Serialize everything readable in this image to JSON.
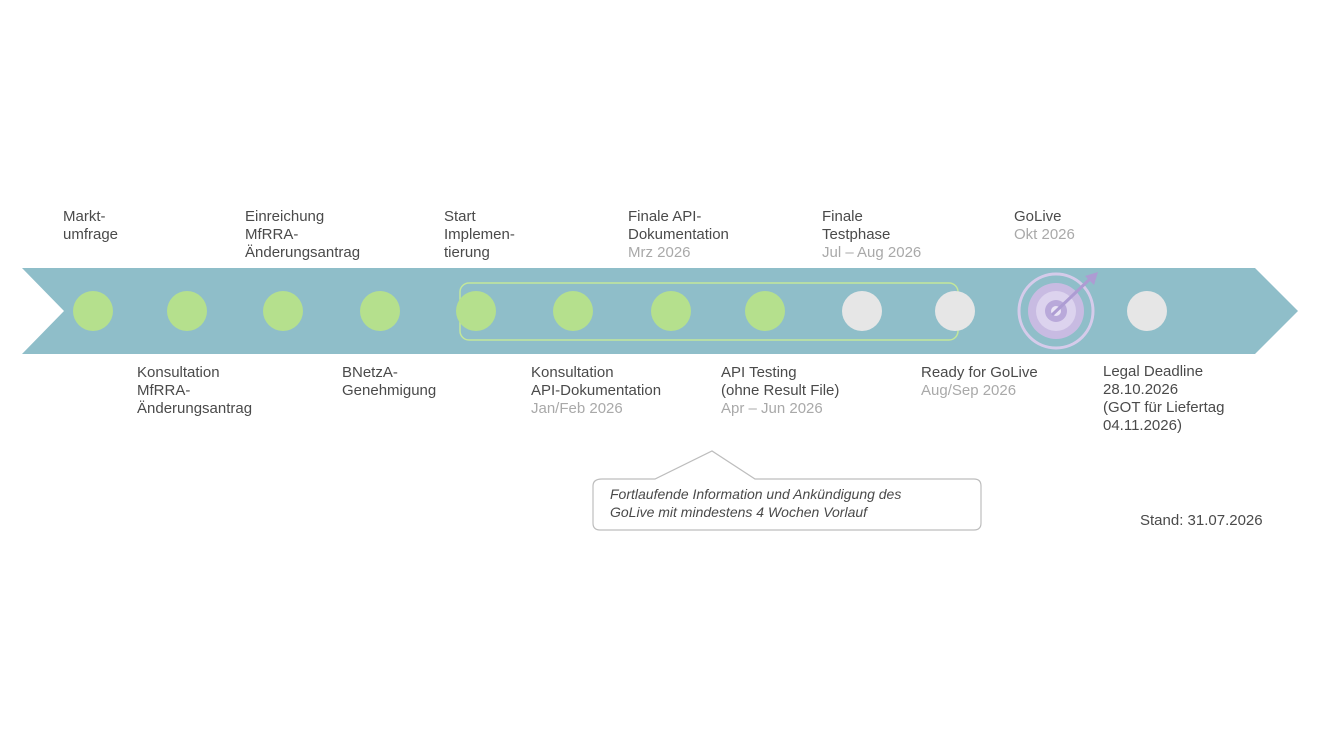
{
  "colors": {
    "arrow": "#8fbec9",
    "done": "#b5e08d",
    "pending": "#e6e6e6",
    "date_text": "#a9a9a9",
    "target": "#b9a9da"
  },
  "milestones": [
    {
      "id": "marktumfrage",
      "status": "done",
      "label_position": "top",
      "lines": [
        "Markt-",
        "umfrage"
      ],
      "date": ""
    },
    {
      "id": "konsultation-mfrra",
      "status": "done",
      "label_position": "bottom",
      "lines": [
        "Konsultation",
        "MfRRA-",
        "Änderungsantrag"
      ],
      "date": ""
    },
    {
      "id": "einreichung",
      "status": "done",
      "label_position": "top",
      "lines": [
        "Einreichung",
        "MfRRA-",
        "Änderungsantrag"
      ],
      "date": ""
    },
    {
      "id": "bnetza",
      "status": "done",
      "label_position": "bottom",
      "lines": [
        "BNetzA-",
        "Genehmigung"
      ],
      "date": ""
    },
    {
      "id": "start-implementierung",
      "status": "done",
      "label_position": "top",
      "lines": [
        "Start",
        "Implemen-",
        "tierung"
      ],
      "date": ""
    },
    {
      "id": "konsultation-api",
      "status": "done",
      "label_position": "bottom",
      "lines": [
        "Konsultation",
        "API-Dokumentation"
      ],
      "date": "Jan/Feb 2026"
    },
    {
      "id": "finale-api",
      "status": "done",
      "label_position": "top",
      "lines": [
        "Finale API-",
        "Dokumentation"
      ],
      "date": "Mrz 2026"
    },
    {
      "id": "api-testing",
      "status": "done",
      "label_position": "bottom",
      "lines": [
        "API Testing",
        "(ohne Result File)"
      ],
      "date": "Apr – Jun 2026"
    },
    {
      "id": "finale-testphase",
      "status": "pending",
      "label_position": "top",
      "lines": [
        "Finale",
        "Testphase"
      ],
      "date": "Jul – Aug 2026"
    },
    {
      "id": "ready-for-golive",
      "status": "pending",
      "label_position": "bottom",
      "lines": [
        "Ready for GoLive"
      ],
      "date": "Aug/Sep 2026"
    },
    {
      "id": "golive",
      "status": "target",
      "label_position": "top",
      "lines": [
        "GoLive"
      ],
      "date": "Okt 2026",
      "icon": "target-icon"
    },
    {
      "id": "legal-deadline",
      "status": "pending",
      "label_position": "bottom",
      "lines": [
        "Legal Deadline",
        "28.10.2026",
        "(GOT für Liefertag",
        "04.11.2026)"
      ],
      "date": ""
    }
  ],
  "callout": {
    "lines": [
      "Fortlaufende Information und Ankündigung des",
      "GoLive mit mindestens 4 Wochen Vorlauf"
    ]
  },
  "stand": "Stand: 31.07.2026"
}
